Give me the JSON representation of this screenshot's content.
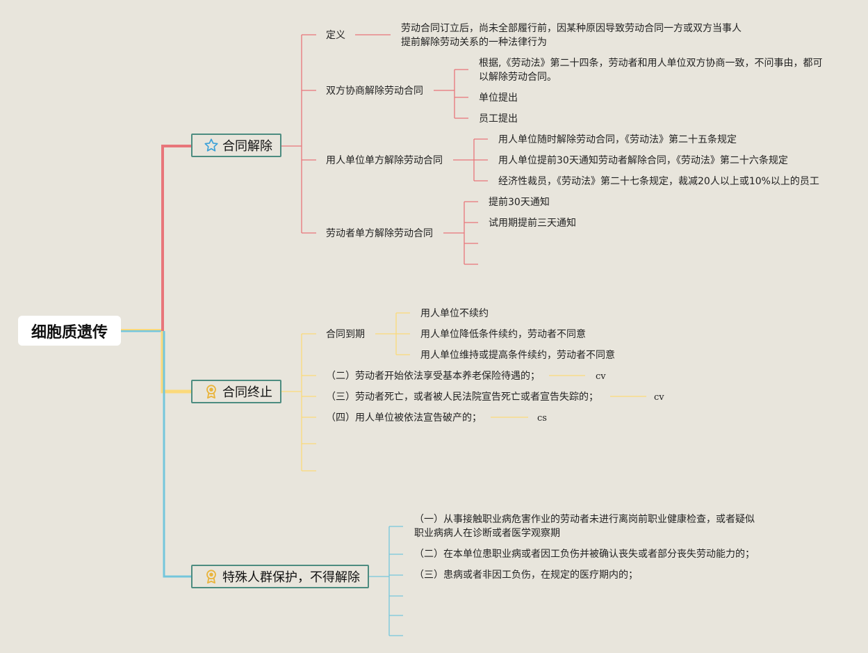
{
  "root": {
    "label": "细胞质遗传"
  },
  "colors": {
    "red": "#e8757a",
    "yellow": "#fbd97a",
    "blue": "#74c6dc",
    "border": "#4c8c80"
  },
  "branches": [
    {
      "label": "合同解除",
      "icon": "star-icon",
      "children": [
        {
          "label": "定义",
          "detail": "劳动合同订立后，尚未全部履行前，因某种原因导致劳动合同一方或双方当事人提前解除劳动关系的一种法律行为"
        },
        {
          "label": "双方协商解除劳动合同",
          "items": [
            "根据,《劳动法》第二十四条，劳动者和用人单位双方协商一致，不问事由，都可以解除劳动合同。",
            "单位提出",
            "员工提出"
          ]
        },
        {
          "label": "用人单位单方解除劳动合同",
          "items": [
            "用人单位随时解除劳动合同，《劳动法》第二十五条规定",
            "用人单位提前30天通知劳动者解除合同，《劳动法》第二十六条规定",
            "经济性裁员，《劳动法》第二十七条规定，裁减20人以上或10%以上的员工"
          ]
        },
        {
          "label": "劳动者单方解除劳动合同",
          "items": [
            "提前30天通知",
            "试用期提前三天通知"
          ]
        }
      ]
    },
    {
      "label": "合同终止",
      "icon": "award-ribbon-icon",
      "children": [
        {
          "label": "合同到期",
          "items": [
            "用人单位不续约",
            "用人单位降低条件续约，劳动者不同意",
            "用人单位维持或提高条件续约，劳动者不同意"
          ]
        },
        {
          "label": "（二）劳动者开始依法享受基本养老保险待遇的；",
          "note": "cv"
        },
        {
          "label": "（三）劳动者死亡，或者被人民法院宣告死亡或者宣告失踪的；",
          "note": "cv"
        },
        {
          "label": "（四）用人单位被依法宣告破产的；",
          "note": "cs"
        }
      ]
    },
    {
      "label": "特殊人群保护，不得解除",
      "icon": "award-ribbon-icon",
      "children": [
        {
          "label": "（一）从事接触职业病危害作业的劳动者未进行离岗前职业健康检查，或者疑似职业病病人在诊断或者医学观察期"
        },
        {
          "label": "（二）在本单位患职业病或者因工负伤并被确认丧失或者部分丧失劳动能力的；"
        },
        {
          "label": "（三）患病或者非因工负伤，在规定的医疗期内的；"
        }
      ]
    }
  ]
}
